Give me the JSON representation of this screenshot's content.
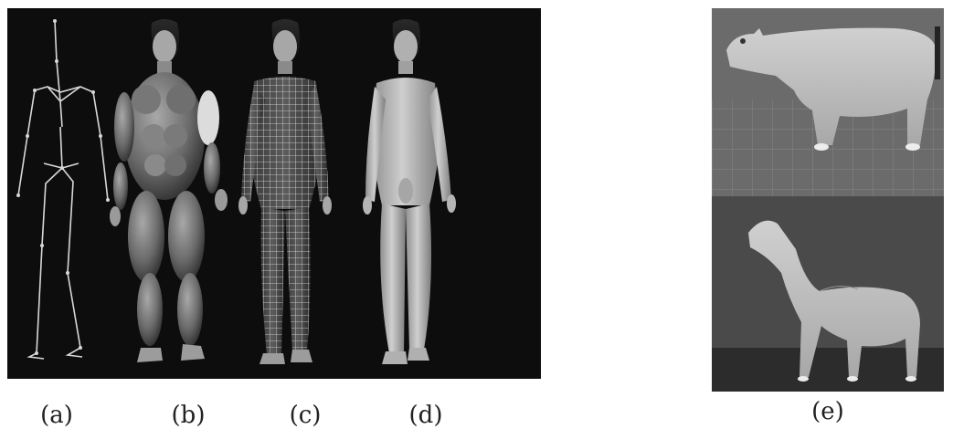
{
  "figure": {
    "captions": {
      "a": "(a)",
      "b": "(b)",
      "c": "(c)",
      "d": "(d)",
      "e": "(e)"
    },
    "colors": {
      "background": "#ffffff",
      "human_panel_bg": "#0d0d0d",
      "skeleton_line": "#d8d8d8",
      "muscle_tone": "#7a7a7a",
      "mesh_line": "#e6e6e6",
      "skin_tone": "#bdbdbd",
      "cow_panel_bg": "#6b6b6b",
      "horse_panel_bg": "#4a4a4a",
      "animal_body": "#c4c4c4"
    }
  }
}
